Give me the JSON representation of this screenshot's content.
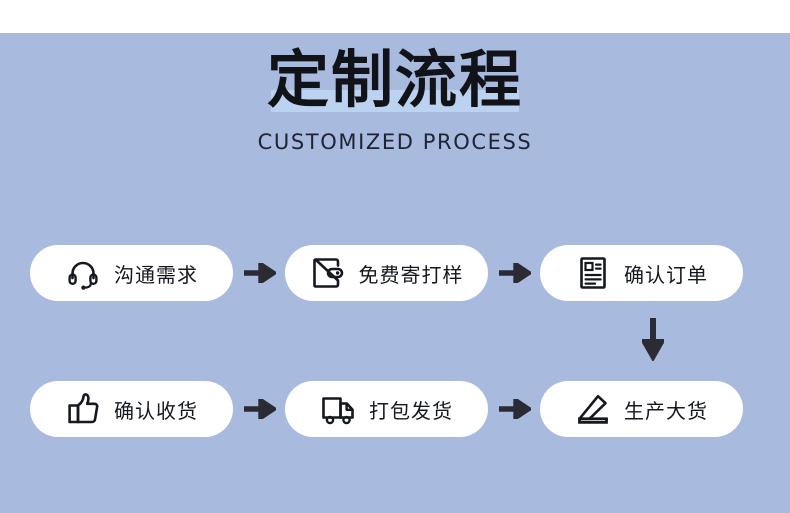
{
  "page": {
    "background_color": "#a9badf",
    "top_strip_color": "#ffffff",
    "card_color": "#ffffff",
    "arrow_color": "#2b2b33",
    "title_highlight_color": "#bcd3f0",
    "text_color": "#15181f"
  },
  "heading": {
    "title": "定制流程",
    "subtitle": "CUSTOMIZED PROCESS"
  },
  "flow": {
    "rows": [
      {
        "id": "row-1",
        "steps": [
          {
            "label": "沟通需求",
            "icon": "headset-icon"
          },
          {
            "label": "免费寄打样",
            "icon": "wallet-icon"
          },
          {
            "label": "确认订单",
            "icon": "order-document-icon"
          }
        ],
        "separators": [
          "arrow-right-icon",
          "arrow-right-icon"
        ]
      },
      {
        "id": "row-2",
        "steps": [
          {
            "label": "确认收货",
            "icon": "thumbs-up-icon"
          },
          {
            "label": "打包发货",
            "icon": "delivery-truck-icon"
          },
          {
            "label": "生产大货",
            "icon": "pen-production-icon"
          }
        ],
        "separators": [
          "arrow-right-icon",
          "arrow-right-icon"
        ]
      }
    ],
    "row_connector": "arrow-down-icon"
  }
}
